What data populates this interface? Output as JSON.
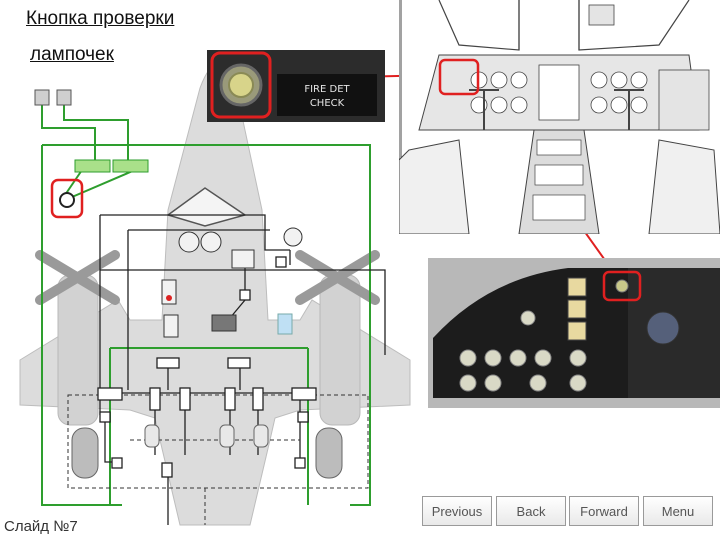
{
  "title": {
    "line1": "Кнопка проверки",
    "line2": "лампочек"
  },
  "closeup_button_text": {
    "line1": "FIRE DET",
    "line2": "CHECK"
  },
  "slide_label": "Слайд №7",
  "nav": {
    "previous": "Previous",
    "back": "Back",
    "forward": "Forward",
    "menu": "Menu"
  },
  "colors": {
    "wiring": "#2e9e2e",
    "highlight": "#e02020",
    "aircraft_fill": "#dddddd"
  }
}
